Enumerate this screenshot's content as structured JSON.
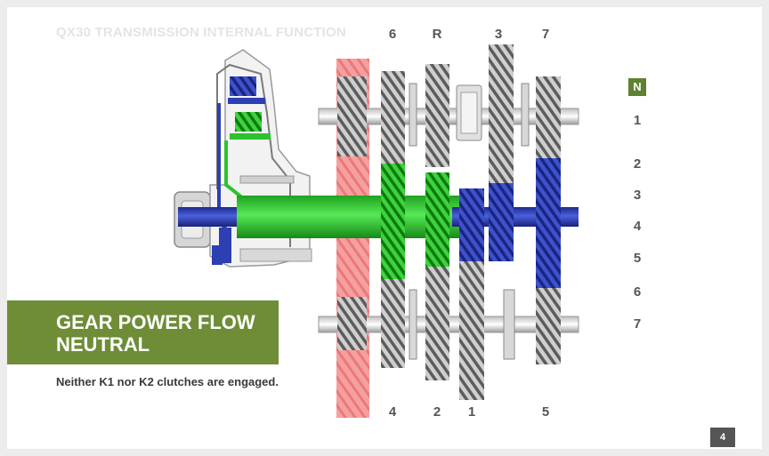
{
  "slide": {
    "title": "QX30 TRANSMISSION INTERNAL FUNCTION",
    "banner_title": "GEAR POWER FLOW NEUTRAL",
    "subtitle": "Neither K1 nor K2 clutches are engaged.",
    "page_number": "4"
  },
  "gear_labels_top": [
    "6",
    "R",
    "3",
    "7"
  ],
  "gear_labels_bottom": [
    "4",
    "2",
    "1",
    "5"
  ],
  "speed_list": {
    "selected": "N",
    "items": [
      "1",
      "2",
      "3",
      "4",
      "5",
      "6",
      "7"
    ]
  },
  "colors": {
    "green_shaft": "#2ec22e",
    "blue_shaft": "#2c3fb3",
    "pink_band": "#f26f6f",
    "banner": "#6e8d36",
    "selected_badge": "#5d8330"
  }
}
